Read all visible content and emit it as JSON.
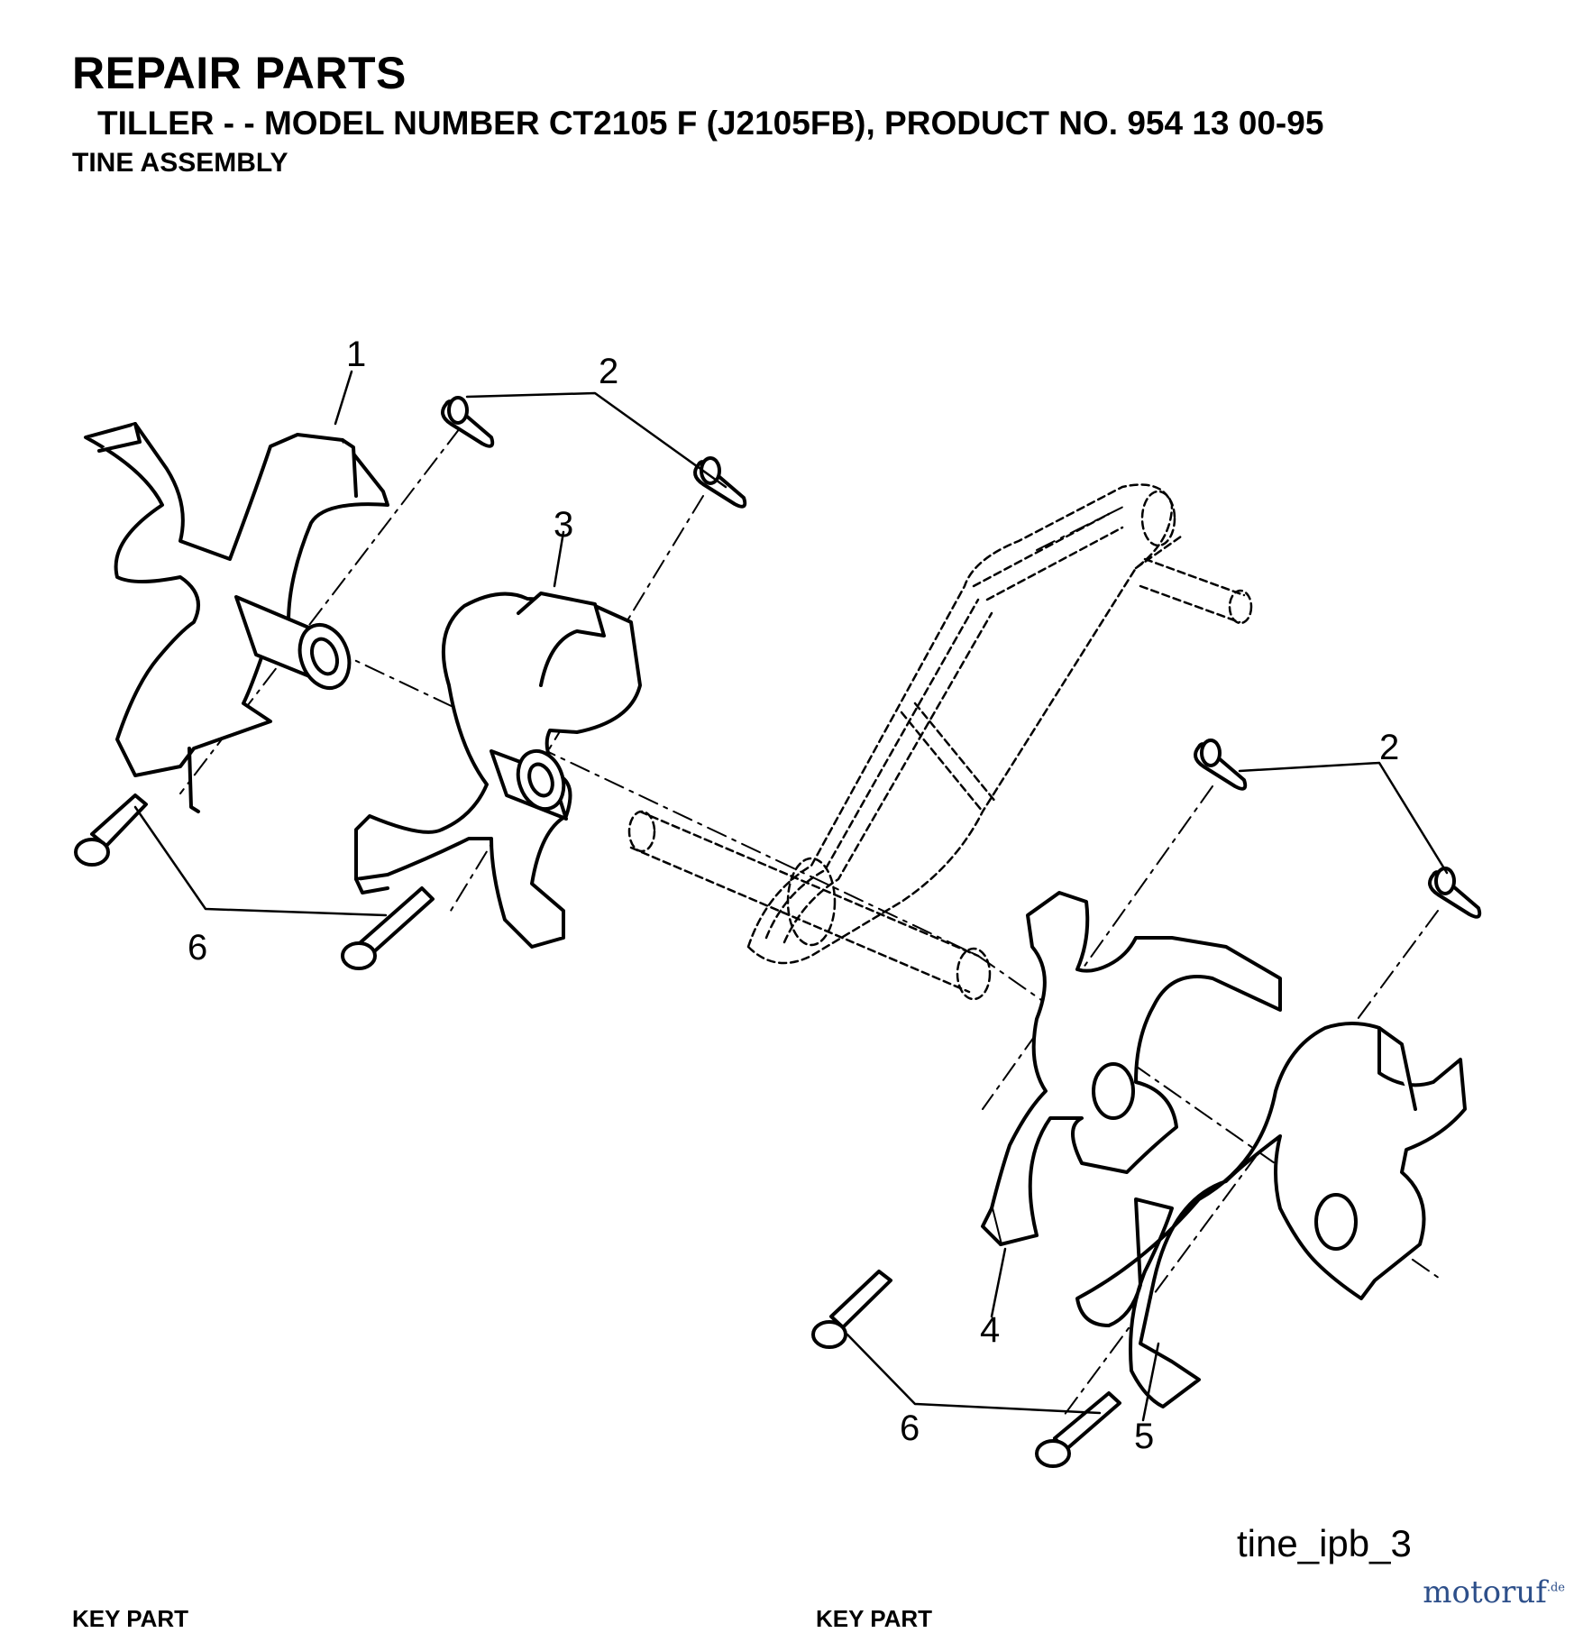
{
  "header": {
    "title": "REPAIR PARTS",
    "subtitle": "TILLER - - MODEL NUMBER CT2105 F (J2105FB), PRODUCT NO. 954 13 00-95",
    "section": "TINE ASSEMBLY"
  },
  "diagram": {
    "callouts": [
      "1",
      "2",
      "3",
      "2",
      "4",
      "5",
      "6",
      "6"
    ],
    "figure_id": "tine_ipb_3"
  },
  "footer": {
    "left_column_header": "KEY   PART",
    "right_column_header": "KEY   PART"
  },
  "watermark": {
    "text": "motoruf",
    "suffix": ".de",
    "color": "#2d4f8a"
  }
}
